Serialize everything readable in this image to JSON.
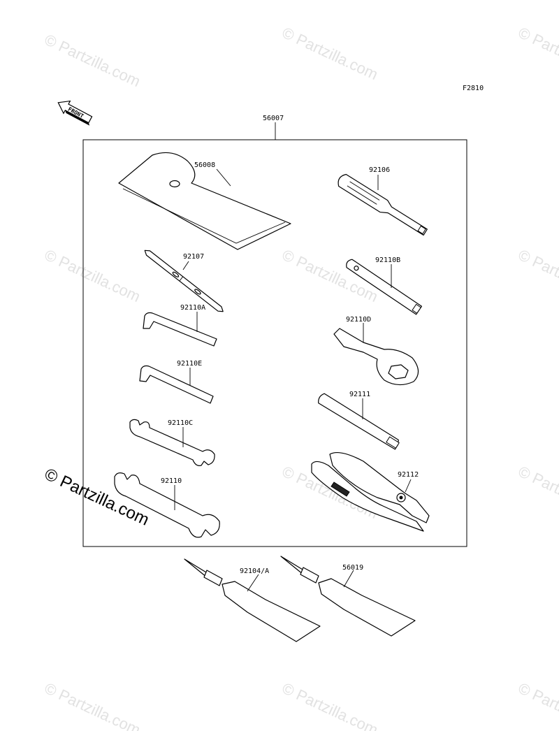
{
  "figure_id": "F2810",
  "front_label": "FRONT",
  "watermark": {
    "faint": "© Partzilla.com",
    "bold": "© Partzilla.com"
  },
  "callouts": {
    "kit": "56007",
    "pouch": "56008",
    "bit": "92107",
    "hexA": "92110A",
    "hexE": "92110E",
    "wrenchC": "92110C",
    "wrench": "92110",
    "handle": "92106",
    "boxB": "92110B",
    "ringD": "92110D",
    "bar": "92111",
    "pliers": "92112",
    "greaseA": "92104/A",
    "greaseB": "56019"
  }
}
